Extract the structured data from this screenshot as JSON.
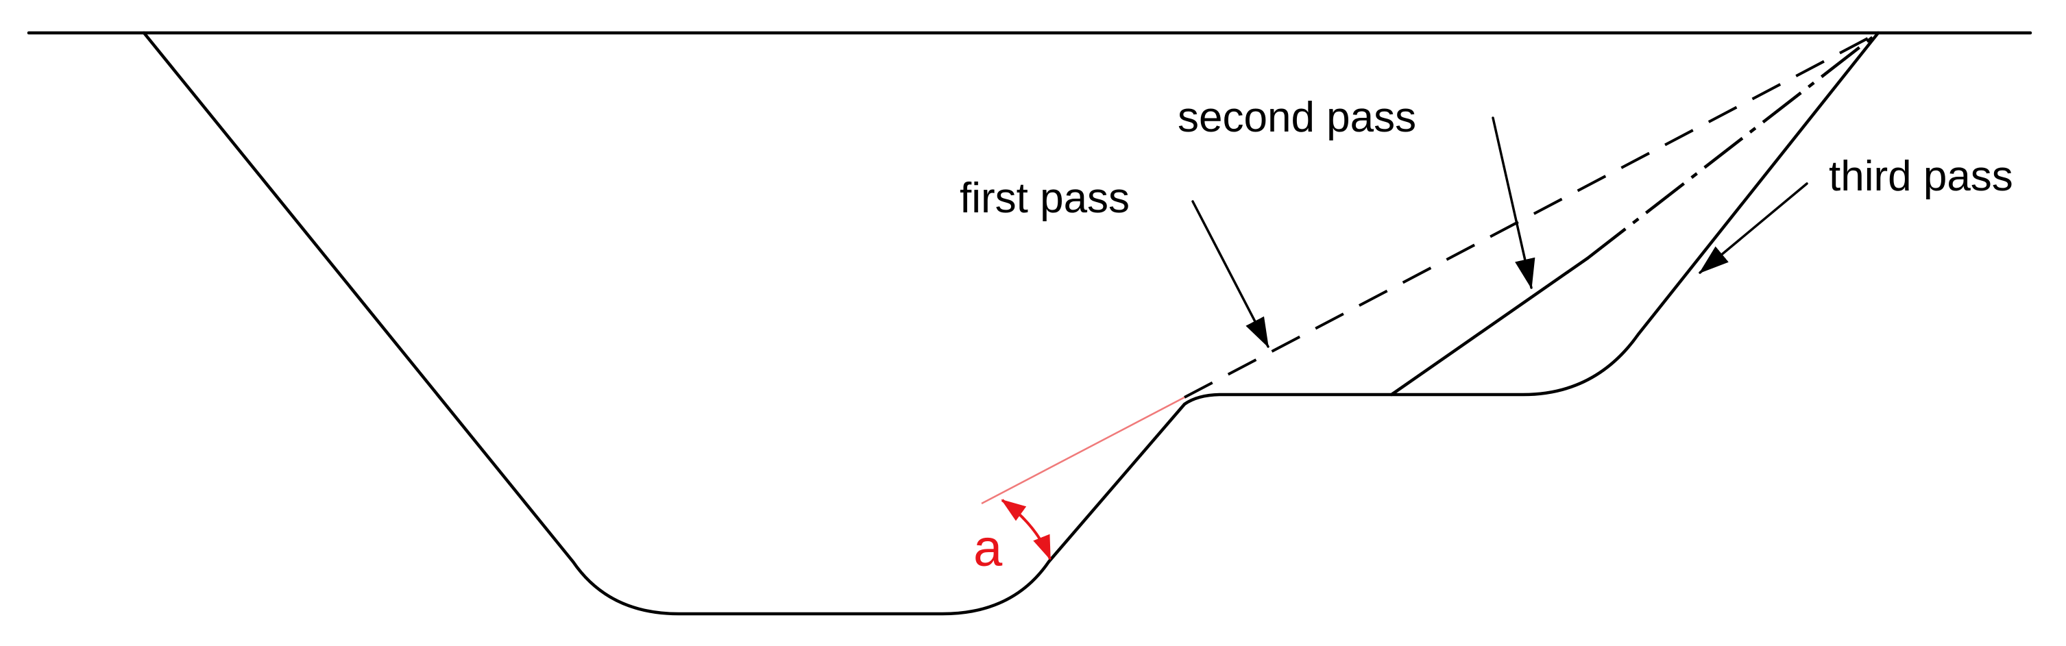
{
  "diagram": {
    "labels": {
      "first_pass": "first pass",
      "second_pass": "second pass",
      "third_pass": "third pass",
      "angle": "a"
    },
    "colors": {
      "line": "#000000",
      "angle_accent": "#e8151b",
      "reference_line": "#f07a7a",
      "background": "#ffffff"
    }
  }
}
